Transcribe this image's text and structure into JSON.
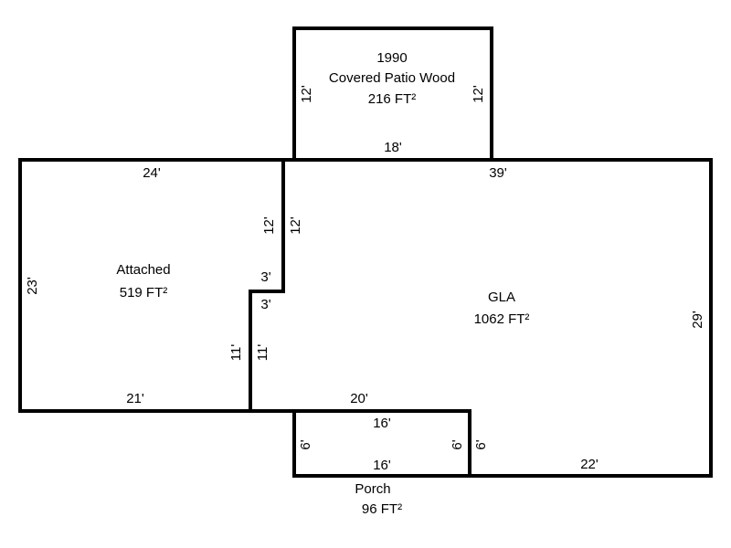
{
  "areas": {
    "patio": {
      "year": "1990",
      "name": "Covered Patio Wood",
      "size": "216 FT²"
    },
    "attached": {
      "name": "Attached",
      "size": "519 FT²"
    },
    "gla": {
      "name": "GLA",
      "size": "1062 FT²"
    },
    "porch": {
      "name": "Porch",
      "size": "96 FT²"
    }
  },
  "dimensions": {
    "patio_left": "12'",
    "patio_right": "12'",
    "patio_bottom": "18'",
    "attached_top": "24'",
    "attached_left": "23'",
    "attached_bottom": "21'",
    "attached_right_upper": "12'",
    "attached_step": "3'",
    "attached_right_lower": "11'",
    "gla_top": "39'",
    "gla_left_upper": "12'",
    "gla_step": "3'",
    "gla_left_lower": "11'",
    "gla_right": "29'",
    "gla_bottom_left": "20'",
    "gla_bottom_right": "22'",
    "porch_top": "16'",
    "porch_bottom": "16'",
    "porch_left": "6'",
    "porch_right": "6'",
    "gla_porch_side": "6'"
  }
}
